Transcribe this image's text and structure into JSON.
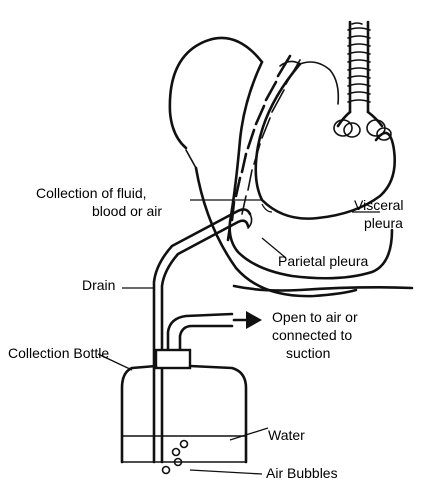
{
  "labels": {
    "collection_line1": "Collection of fluid,",
    "collection_line2": "blood or air",
    "visceral_line1": "Visceral",
    "visceral_line2": "pleura",
    "parietal": "Parietal pleura",
    "drain": "Drain",
    "open_line1": "Open to air or",
    "open_line2": "connected to",
    "open_line3": "suction",
    "collection_bottle": "Collection Bottle",
    "water": "Water",
    "air_bubbles": "Air Bubbles"
  },
  "icons": {
    "arrow": "right-arrow-icon"
  }
}
